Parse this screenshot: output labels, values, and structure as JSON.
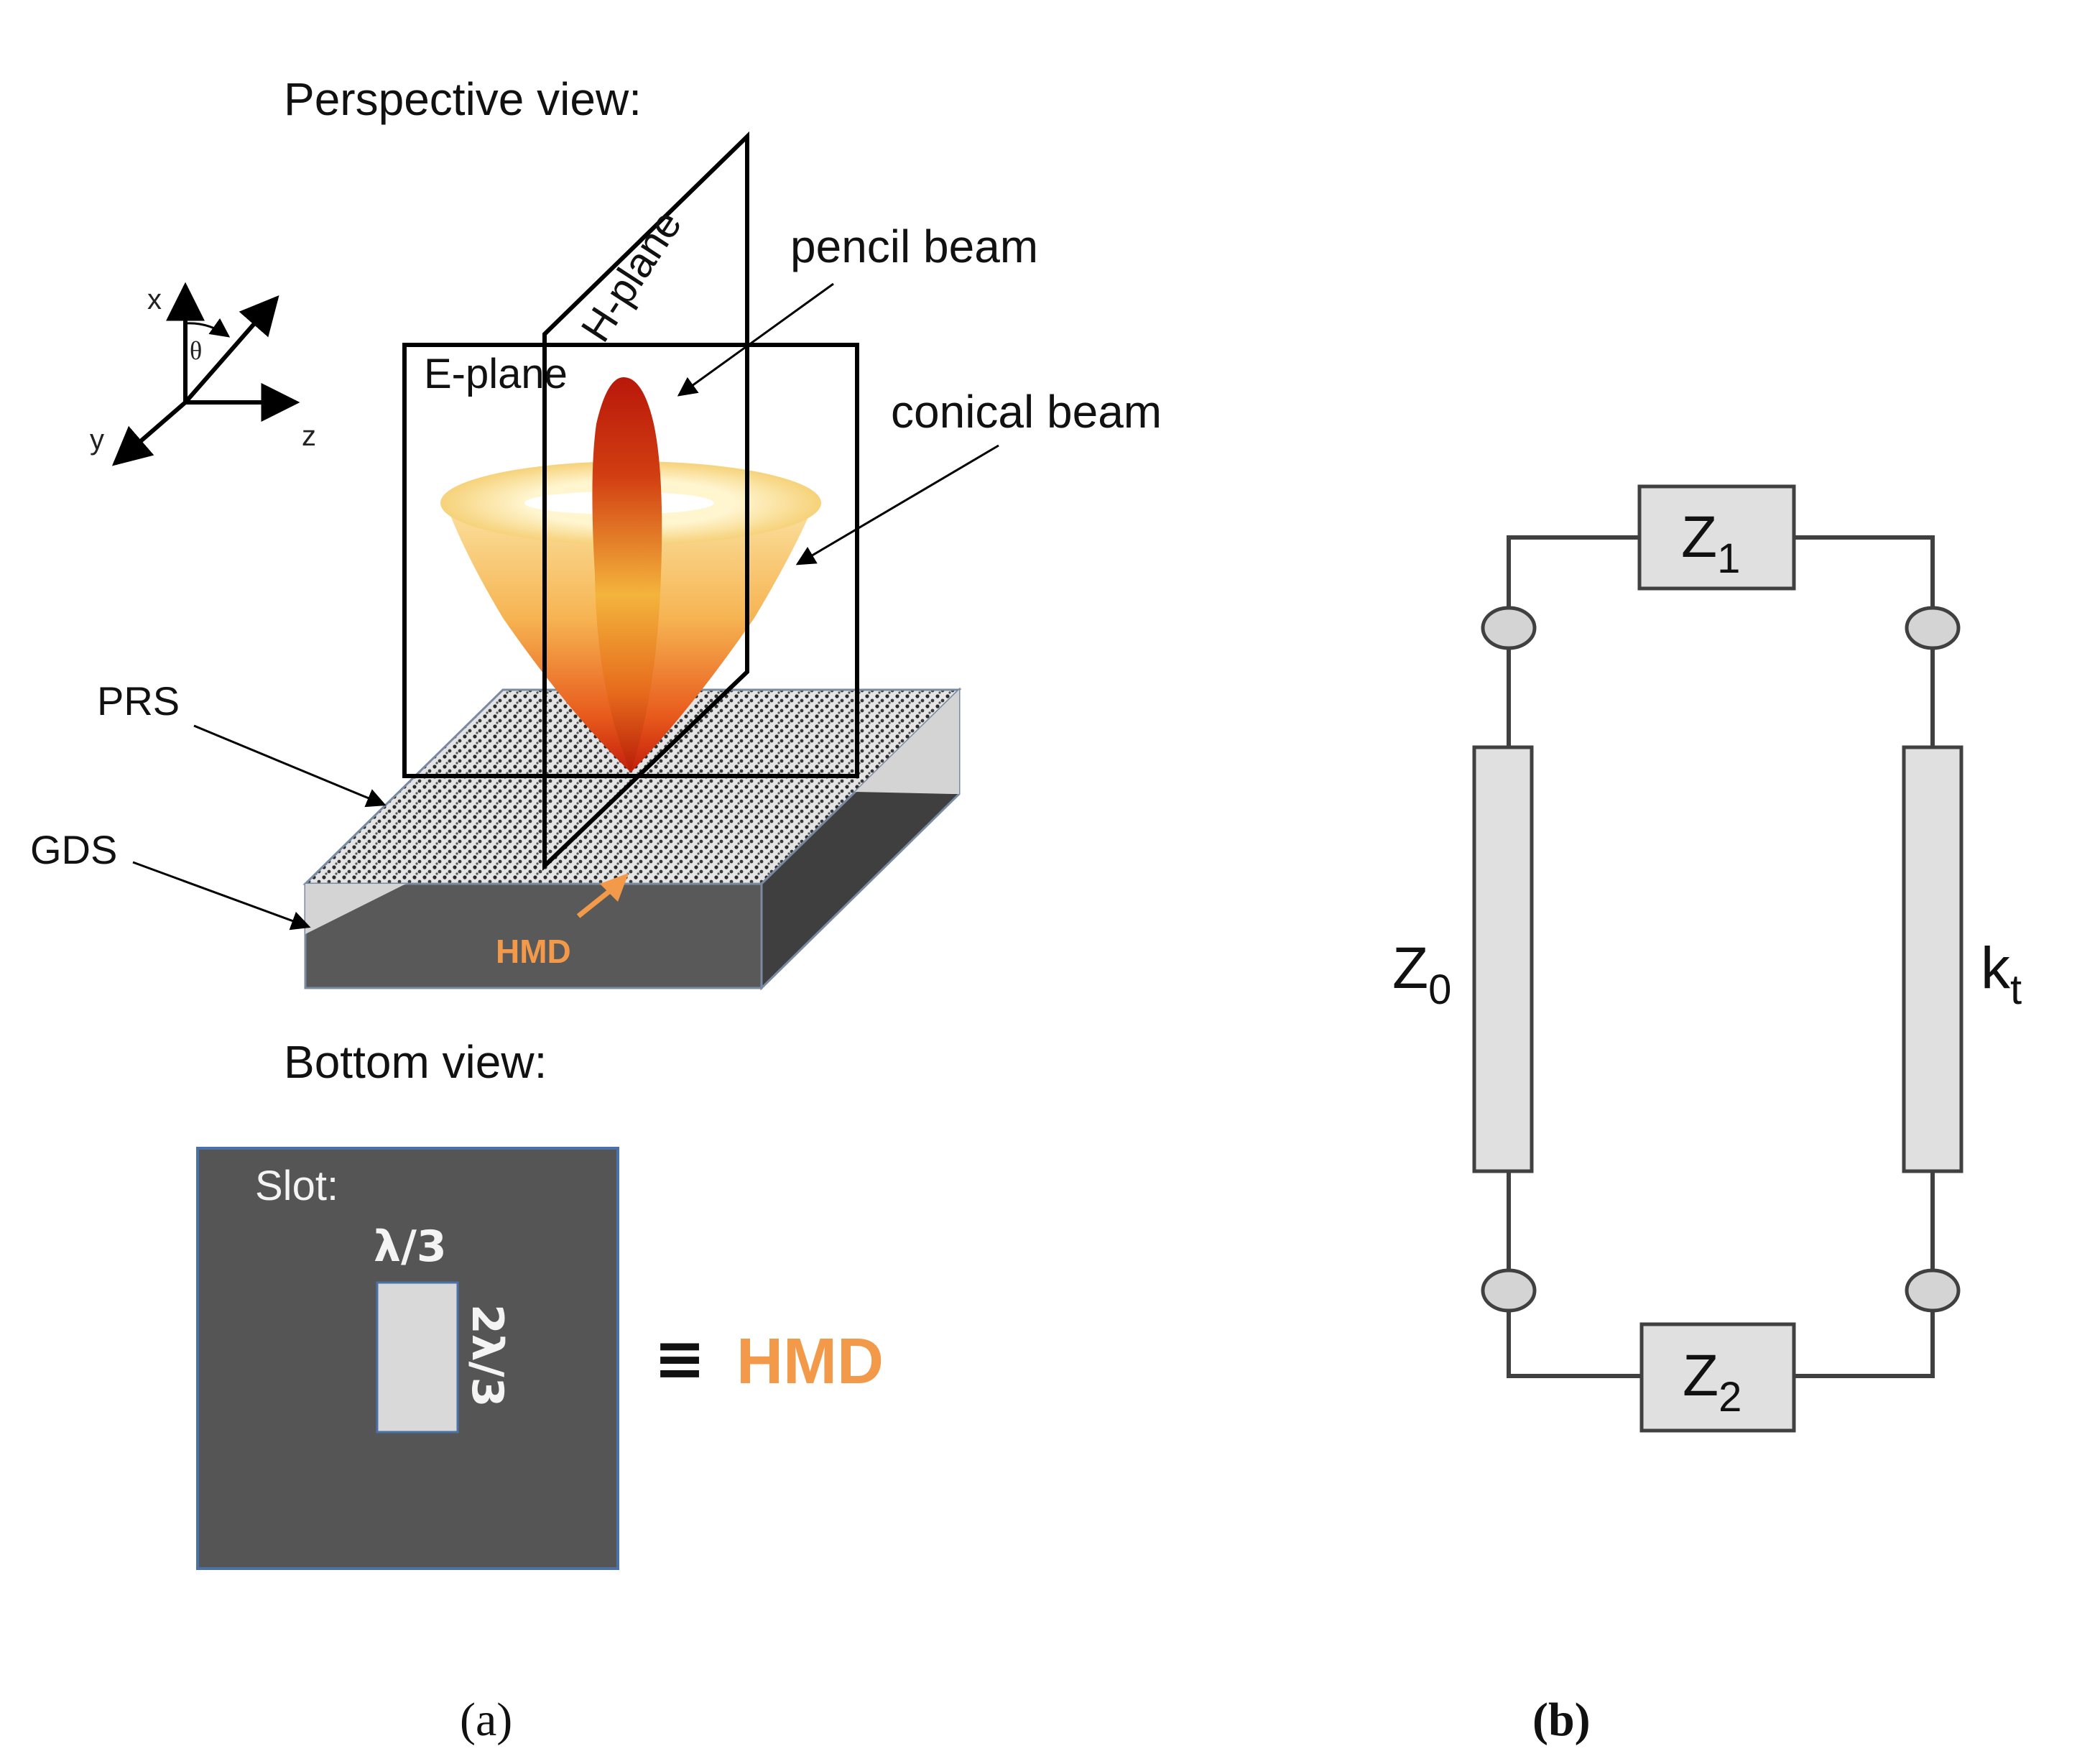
{
  "panel_a": {
    "perspective_title": "Perspective view:",
    "axes": {
      "x": "x",
      "y": "y",
      "z": "z",
      "theta": "θ"
    },
    "labels": {
      "h_plane": "H-plane",
      "e_plane": "E-plane",
      "pencil_beam": "pencil beam",
      "conical_beam": "conical beam",
      "prs": "PRS",
      "gds": "GDS",
      "hmd": "HMD"
    },
    "bottom_title": "Bottom view:",
    "slot": {
      "label": "Slot:",
      "width": "λ/3",
      "height": "2λ/3"
    },
    "equiv_symbol": "≡",
    "equiv_label": "HMD",
    "caption": "(a)"
  },
  "panel_b": {
    "z1": {
      "base": "Z",
      "sub": "1"
    },
    "z2": {
      "base": "Z",
      "sub": "2"
    },
    "z0": {
      "base": "Z",
      "sub": "0"
    },
    "kt": {
      "base": "k",
      "sub": "t"
    },
    "caption": "(b)"
  },
  "colors": {
    "hmd_orange": "#f29a4a",
    "ground_dark": "#555555",
    "slot_fill": "#d9d9d9",
    "component_fill": "#e0e0e0"
  }
}
